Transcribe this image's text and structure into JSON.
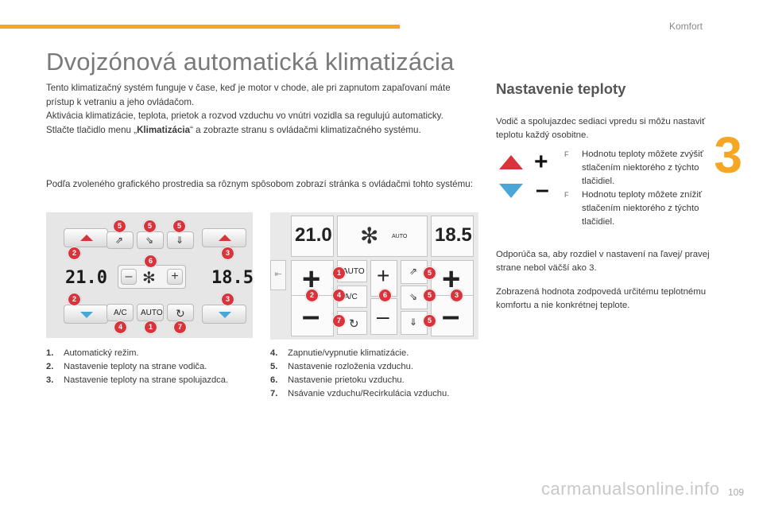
{
  "header": {
    "section": "Komfort",
    "chapter": "3"
  },
  "title": "Dvojzónová automatická klimatizácia",
  "intro": {
    "line1": "Tento klimatizačný systém funguje v čase, keď je motor v chode, ale pri zapnutom zapaľovaní máte prístup k vetraniu a jeho ovládačom.",
    "line2": "Aktivácia klimatizácie, teplota, prietok a rozvod vzduchu vo vnútri vozidla sa regulujú automaticky.",
    "line3_pre": "Stlačte tlačidlo menu „",
    "line3_bold": "Klimatizácia",
    "line3_post": "“ a zobrazte stranu s ovládačmi klimatizačného systému.",
    "line4": "Podľa zvoleného grafického prostredia sa rôznym spôsobom zobrazí stránka s ovládačmi tohto systému:"
  },
  "panelA": {
    "temp_left": "21.0",
    "temp_right": "18.5",
    "btn_ac": "A/C",
    "btn_auto": "AUTO"
  },
  "panelB": {
    "temp_left": "21.0",
    "temp_right": "18.5",
    "btn_auto": "AUTO",
    "btn_ac": "A/C",
    "fan_label": "AUTO"
  },
  "markers": {
    "m1": "1",
    "m2": "2",
    "m3": "3",
    "m4": "4",
    "m5": "5",
    "m6": "6",
    "m7": "7"
  },
  "legend_left": [
    {
      "num": "1.",
      "text": "Automatický režim."
    },
    {
      "num": "2.",
      "text": "Nastavenie teploty na strane vodiča."
    },
    {
      "num": "3.",
      "text": "Nastavenie teploty na strane spolujazdca."
    }
  ],
  "legend_right": [
    {
      "num": "4.",
      "text": "Zapnutie/vypnutie klimatizácie."
    },
    {
      "num": "5.",
      "text": "Nastavenie rozloženia vzduchu."
    },
    {
      "num": "6.",
      "text": "Nastavenie prietoku vzduchu."
    },
    {
      "num": "7.",
      "text": "Nsávanie vzduchu/Recirkulácia vzduchu."
    }
  ],
  "section": {
    "title": "Nastavenie teploty",
    "p1": "Vodič a spolujazdec sediaci vpredu si môžu nastaviť teplotu každý osobitne.",
    "bullet1": "Hodnotu teploty môžete zvýšiť stlačením niektorého z týchto tlačidiel.",
    "bullet2": "Hodnotu teploty môžete znížiť stlačením niektorého z týchto tlačidiel.",
    "p2": "Odporúča sa, aby rozdiel v nastavení na ľavej/ pravej strane nebol väčší ako 3.",
    "p3": "Zobrazená hodnota zodpovedá určitému teplotnému komfortu a nie konkrétnej teplote.",
    "plus": "+",
    "minus": "–",
    "bullet_mark": "F"
  },
  "footer": {
    "watermark": "carmanualsonline.info",
    "page": "109"
  },
  "colors": {
    "accent": "#f5a623",
    "marker": "#d9343c",
    "up": "#d9343c",
    "down": "#49a7d8"
  }
}
